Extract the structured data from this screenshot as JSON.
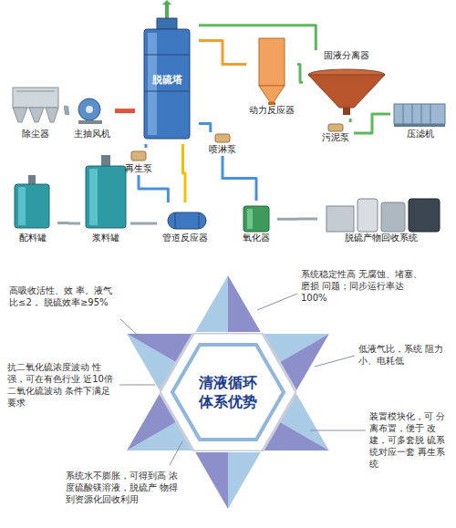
{
  "diagram": {
    "nodes": [
      {
        "text": [
          "除尘器"
        ]
      },
      {
        "text": [
          "主抽风机"
        ]
      },
      {
        "text": [
          "脱硫塔"
        ]
      },
      {
        "text": [
          "再生泵"
        ]
      },
      {
        "text": [
          "喷淋泵"
        ]
      },
      {
        "text": [
          "动力反应器"
        ]
      },
      {
        "text": [
          "固液分离器"
        ]
      },
      {
        "text": [
          "污泥泵"
        ]
      },
      {
        "text": [
          "压滤机"
        ]
      },
      {
        "text": [
          "配料罐"
        ]
      },
      {
        "text": [
          "浆料罐"
        ]
      },
      {
        "text": [
          "管道反应器"
        ]
      },
      {
        "text": [
          "氧化器"
        ]
      },
      {
        "text": [
          "脱硫产物回收系统"
        ]
      },
      {
        "text": [
          "清液循环 体系优势"
        ]
      }
    ],
    "edges": [
      {
        "from": 0,
        "to": 1,
        "arrow": "none"
      },
      {
        "from": 1,
        "to": 2,
        "arrow": "none"
      },
      {
        "from": 2,
        "to": 5,
        "arrow": "none"
      },
      {
        "from": 6,
        "to": 2,
        "arrow": "none"
      },
      {
        "from": 5,
        "to": 6,
        "arrow": "none"
      },
      {
        "from": 6,
        "to": 7,
        "arrow": "none"
      },
      {
        "from": 7,
        "to": 8,
        "arrow": "none"
      },
      {
        "from": 9,
        "to": 10,
        "arrow": "none"
      },
      {
        "from": 10,
        "to": 11,
        "arrow": "none"
      },
      {
        "from": 11,
        "to": 2,
        "arrow": "none"
      },
      {
        "from": 3,
        "to": 11,
        "arrow": "none"
      },
      {
        "from": 4,
        "to": 2,
        "arrow": "none"
      },
      {
        "from": 4,
        "to": 12,
        "arrow": "none"
      },
      {
        "from": 12,
        "to": 13,
        "arrow": "none"
      },
      {
        "from": 2,
        "to": 3,
        "arrow": "none"
      }
    ],
    "labels": [
      "高吸收活性、效 率。液气比≤2， 脱硫效率≥95%",
      "系统稳定性高 无腐蚀、堵塞、磨损 问题；同步运行率达 100%",
      "低液气比，系统 阻力小、电耗低",
      "抗二氧化硫浓度波动 性强，可在有色行业 近10倍二氧化硫波动 条件下满足要求",
      "装置模块化，可 分离布置，便于 改建，可多套脱 硫系统对应一套 再生系统",
      "系统水不膨胀，可得到高 浓度硫酸镁溶液，脱硫产 物得到资源化回收利用"
    ]
  }
}
